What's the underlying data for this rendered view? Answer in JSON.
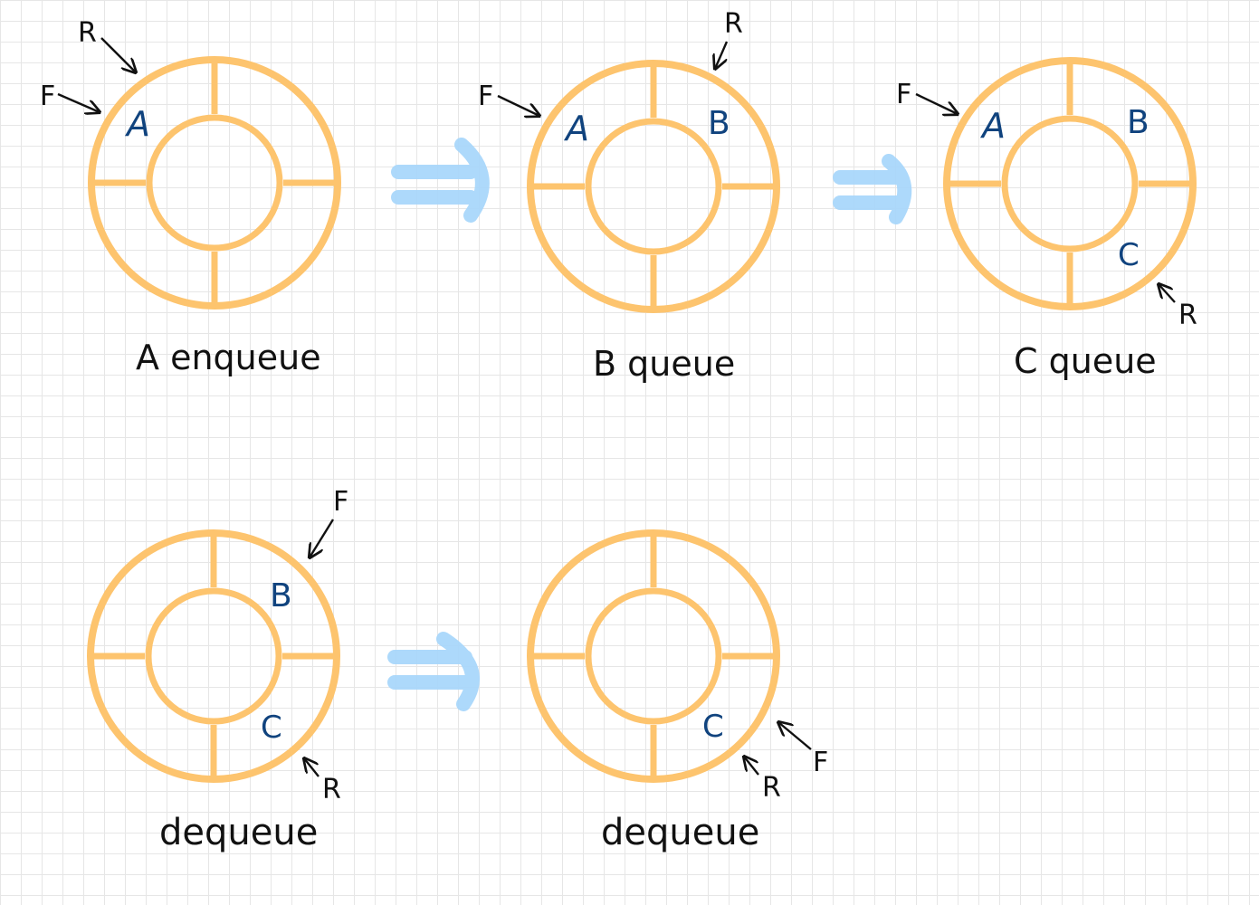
{
  "colors": {
    "ring": "#FDC46E",
    "arrow": "#A9D7FB",
    "item": "#10437E",
    "ink": "#111111"
  },
  "icons": {
    "transition": "double-arrow-right-icon",
    "pointer": "arrow-icon"
  },
  "states": [
    {
      "caption": "A enqueue",
      "items": [
        {
          "label": "A",
          "slot": "top-left"
        }
      ],
      "pointers": [
        {
          "label": "R",
          "at": "top-left"
        },
        {
          "label": "F",
          "at": "top-left"
        }
      ]
    },
    {
      "caption": "B queue",
      "items": [
        {
          "label": "A",
          "slot": "top-left"
        },
        {
          "label": "B",
          "slot": "top-right"
        }
      ],
      "pointers": [
        {
          "label": "F",
          "at": "top-left"
        },
        {
          "label": "R",
          "at": "top-right"
        }
      ]
    },
    {
      "caption": "C queue",
      "items": [
        {
          "label": "A",
          "slot": "top-left"
        },
        {
          "label": "B",
          "slot": "top-right"
        },
        {
          "label": "C",
          "slot": "bottom-right"
        }
      ],
      "pointers": [
        {
          "label": "F",
          "at": "top-left"
        },
        {
          "label": "R",
          "at": "bottom-right"
        }
      ]
    },
    {
      "caption": "dequeue",
      "items": [
        {
          "label": "B",
          "slot": "top-right"
        },
        {
          "label": "C",
          "slot": "bottom-right"
        }
      ],
      "pointers": [
        {
          "label": "F",
          "at": "top-right"
        },
        {
          "label": "R",
          "at": "bottom-right"
        }
      ]
    },
    {
      "caption": "dequeue",
      "items": [
        {
          "label": "C",
          "slot": "bottom-right"
        }
      ],
      "pointers": [
        {
          "label": "R",
          "at": "bottom-right"
        },
        {
          "label": "F",
          "at": "bottom-right"
        }
      ]
    }
  ]
}
